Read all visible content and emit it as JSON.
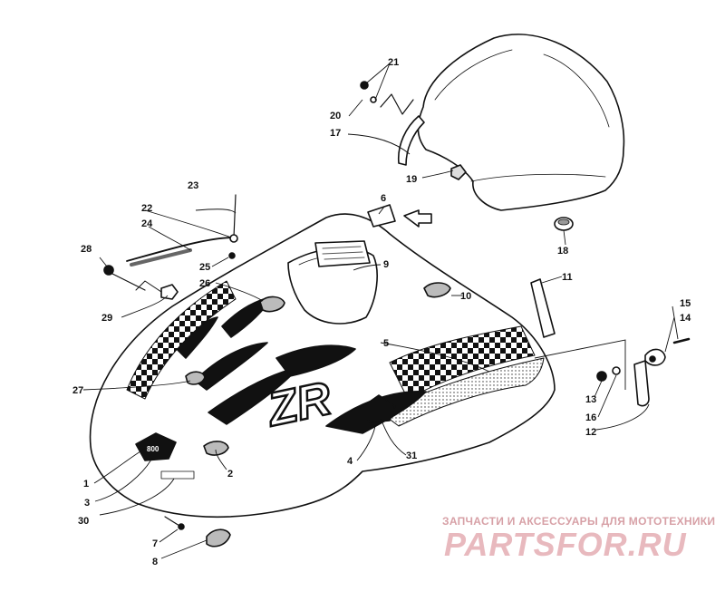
{
  "callouts": {
    "c1": "1",
    "c2": "2",
    "c3": "3",
    "c4": "4",
    "c5": "5",
    "c6": "6",
    "c7": "7",
    "c8": "8",
    "c9": "9",
    "c10": "10",
    "c11": "11",
    "c12": "12",
    "c13": "13",
    "c14": "14",
    "c15": "15",
    "c16": "16",
    "c17": "17",
    "c18": "18",
    "c19": "19",
    "c20": "20",
    "c21": "21",
    "c22": "22",
    "c23": "23",
    "c24": "24",
    "c25": "25",
    "c26": "26",
    "c27": "27",
    "c28": "28",
    "c29": "29",
    "c30": "30",
    "c31": "31"
  },
  "decal": {
    "letters": "ZR",
    "emblem": "800"
  },
  "watermark": {
    "tagline": "ЗАПЧАСТИ И АКСЕССУАРЫ ДЛЯ МОТОТЕХНИКИ",
    "logo": "PARTSFOR.RU"
  },
  "colors": {
    "ink": "#111111",
    "watermark": "#e8b9be",
    "background": "#ffffff"
  }
}
